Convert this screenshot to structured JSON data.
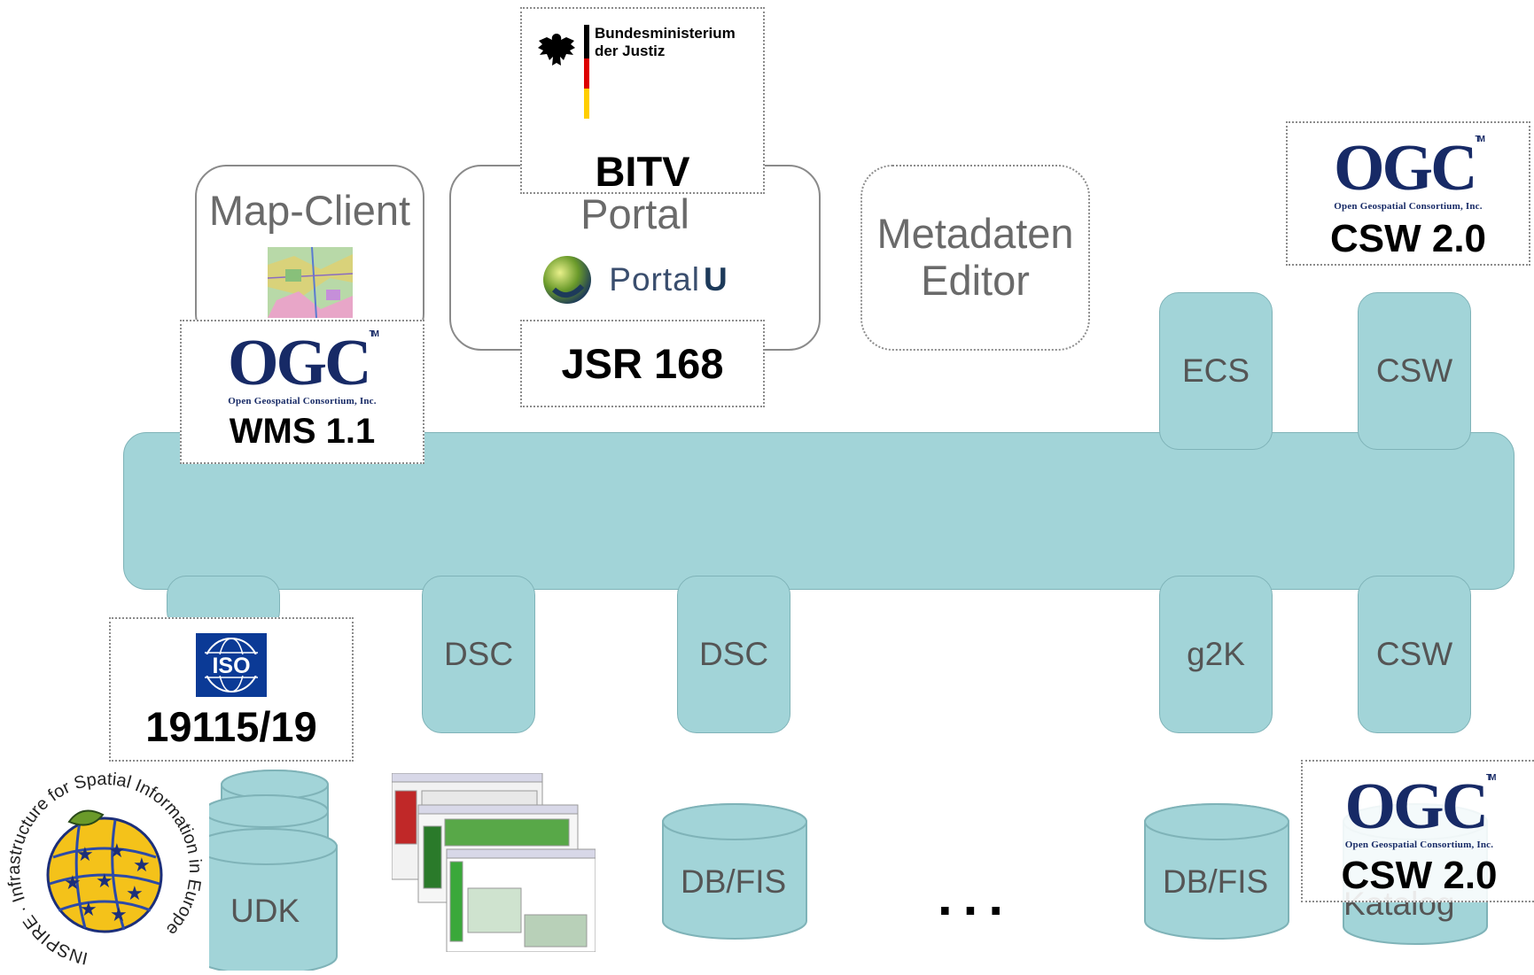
{
  "clients": {
    "map_client": "Map-Client",
    "portal": "Portal",
    "portal_logo": "Portal",
    "portal_logo_u": "U",
    "metadata_editor_line1": "Metadaten",
    "metadata_editor_line2": "Editor"
  },
  "standards": {
    "bitv": "BITV",
    "bmj_line1": "Bundesministerium",
    "bmj_line2": "der Justiz",
    "jsr": "JSR 168",
    "wms": "WMS 1.1",
    "csw_top": "CSW 2.0",
    "csw_bottom": "CSW 2.0",
    "iso": "19115/19",
    "iso_logo": "ISO"
  },
  "ogc": {
    "logo": "OGC",
    "tm": "TM",
    "subtitle": "Open Geospatial Consortium, Inc."
  },
  "top_connectors": [
    "ECS",
    "CSW"
  ],
  "bottom_connectors": [
    "DSC",
    "DSC",
    "g2K",
    "CSW"
  ],
  "datastores": {
    "udk": "UDK",
    "dbfis_1": "DB/FIS",
    "dbfis_2": "DB/FIS",
    "katalog": "Katalog",
    "ellipsis": "..."
  },
  "inspire": {
    "ring_text": "INSPIRE · Infrastructure for Spatial Information in Europe"
  },
  "colors": {
    "bus_fill": "#a2d4d8",
    "bus_stroke": "#7fb3b8",
    "ogc_blue": "#172a66",
    "iso_blue": "#0b3a96",
    "flag_black": "#000000",
    "flag_red": "#dd0000",
    "flag_gold": "#ffce00"
  }
}
